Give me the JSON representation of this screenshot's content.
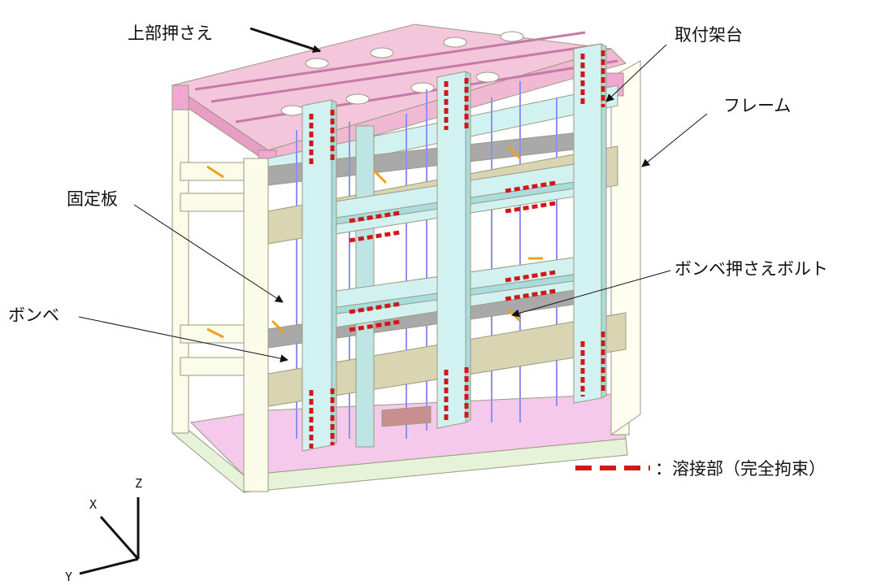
{
  "callouts": {
    "top_press": "上部押さえ",
    "mount_frame": "取付架台",
    "frame": "フレーム",
    "fixing_plate": "固定板",
    "cylinder_press_bolt": "ボンベ押さえボルト",
    "cylinder": "ボンベ"
  },
  "legend": {
    "weld_label": "：溶接部（完全拘束）",
    "weld_color": "#d01818"
  },
  "axes": {
    "x": "X",
    "y": "Y",
    "z": "Z"
  },
  "colors": {
    "pink": "#f4c6dc",
    "pink_dark": "#e79dc4",
    "cyan": "#d2f1f1",
    "cyan_dark": "#a9dcdc",
    "frame": "#fbfbe9",
    "frame_edge": "#c8c8a8",
    "tan": "#d9d4b1",
    "floor": "#f4c9ec",
    "gray": "#a9a9a9",
    "rod": "#8f8ff0",
    "orange": "#f0a020"
  }
}
